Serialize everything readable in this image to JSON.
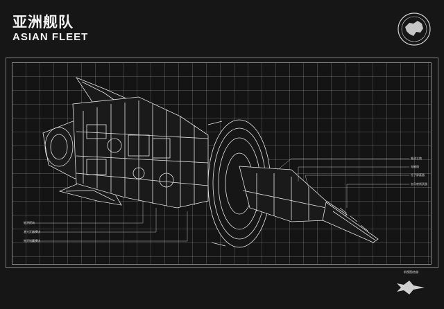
{
  "header": {
    "title_cn": "亚洲舰队",
    "title_en": "ASIAN FLEET"
  },
  "callouts_left": [
    "能源模块",
    "激光武器模块",
    "物资储藏模块"
  ],
  "callouts_right": [
    "推进主炮",
    "电磁炮",
    "粒子屏蔽器",
    "加马射线武器"
  ],
  "footer": {
    "label": "前视图/底部"
  },
  "icons": {
    "emblem": "fleet-emblem-icon",
    "ship_silhouette": "ship-silhouette-icon"
  },
  "colors": {
    "background": "#161616",
    "lines": "#e8e8e8",
    "grid": "#5a5a5a"
  }
}
